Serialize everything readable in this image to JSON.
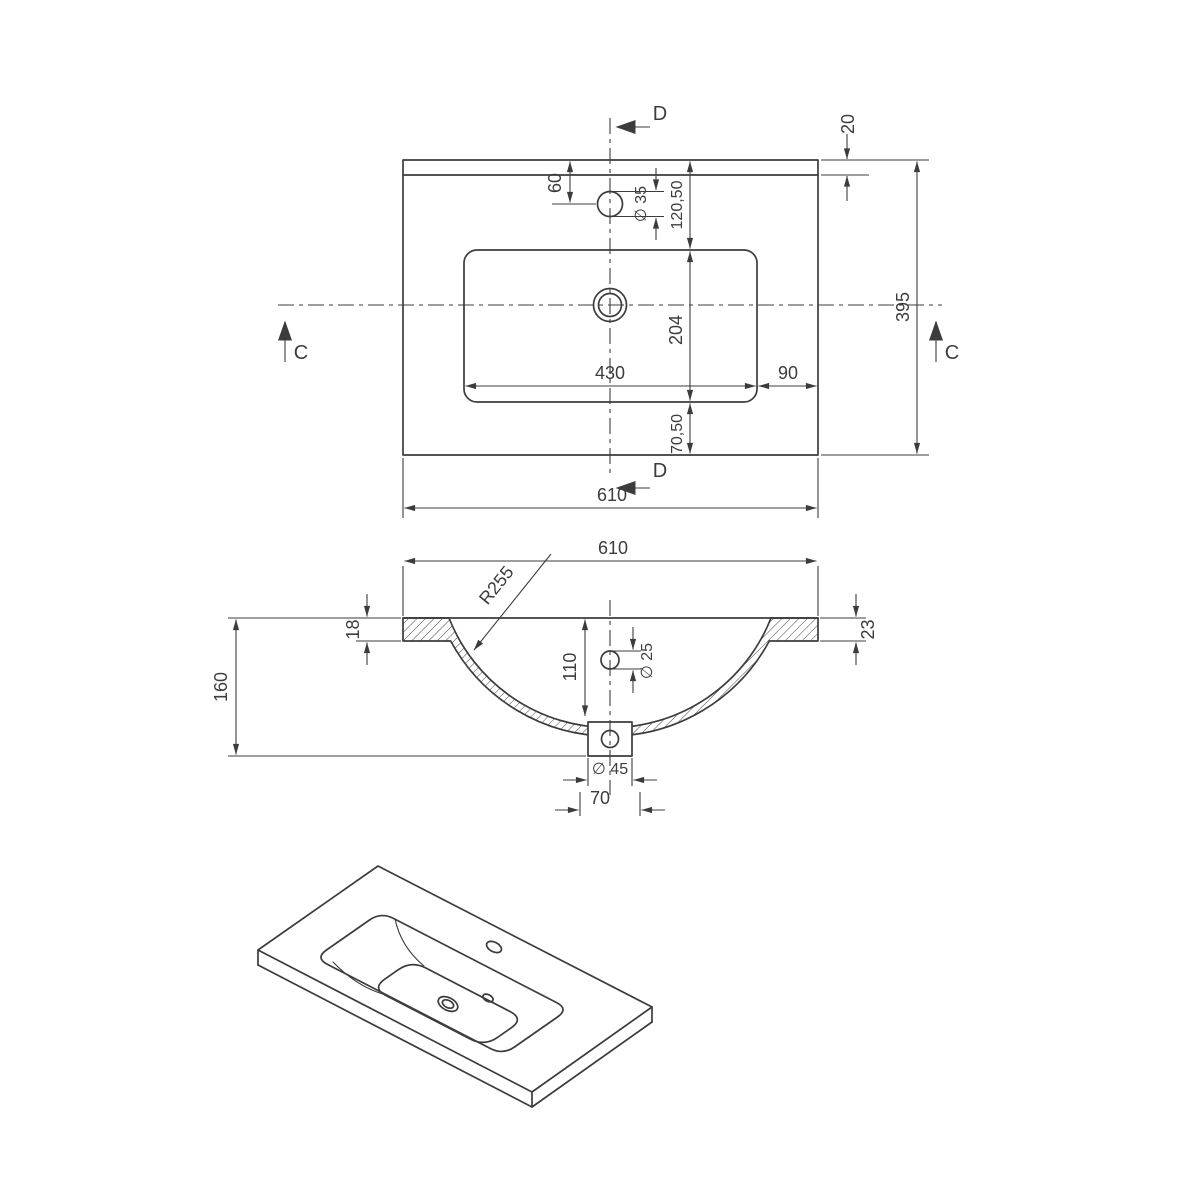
{
  "colors": {
    "line": "#3c3c3c",
    "background": "#ffffff"
  },
  "plan": {
    "section_marks": {
      "d_top": "D",
      "d_bottom": "D",
      "c_left": "C",
      "c_right": "C"
    },
    "dims": {
      "back_edge": "20",
      "faucet_offset": "60",
      "faucet_dia": "∅ 35",
      "back_to_basin": "120,50",
      "basin_front_to_back": "204",
      "overall_depth": "395",
      "basin_width": "430",
      "side_margin": "90",
      "basin_to_front": "70,50",
      "overall_width": "610"
    }
  },
  "section": {
    "dims": {
      "overall_width": "610",
      "bowl_radius": "R255",
      "left_thickness": "18",
      "right_thickness": "23",
      "total_height": "160",
      "bowl_depth": "110",
      "overflow_dia": "∅ 25",
      "waste_dia": "∅ 45",
      "waste_width": "70"
    }
  }
}
